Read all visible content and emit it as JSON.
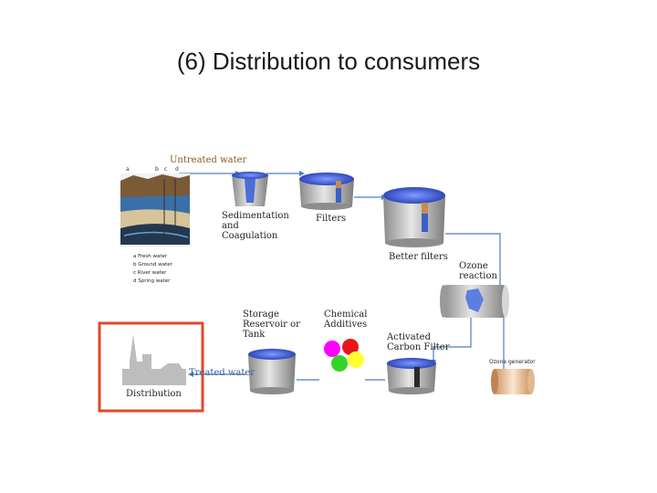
{
  "slide": {
    "title": "(6) Distribution to consumers"
  },
  "diagram": {
    "untreated_water": "Untreated water",
    "source_letters": [
      "a",
      "b",
      "c",
      "d"
    ],
    "legend": [
      "a  Fresh water",
      "b  Ground water",
      "c  River water",
      "d  Spring water"
    ],
    "sedimentation": "Sedimentation\nand\nCoagulation",
    "filters": "Filters",
    "better_filters": "Better filters",
    "ozone_reaction": "Ozone\nreaction",
    "ozone_generator": "Ozone generator",
    "storage": "Storage\nReservoir or\nTank",
    "chemical_additives": "Chemical\nAdditives",
    "activated_carbon": "Activated\nCarbon Filter",
    "treated_water": "Treated water",
    "distribution": "Distribution",
    "colors": {
      "highlight": "#e2492b",
      "water": "#2b47c9",
      "pipe": "#4d7fbf",
      "tank": "#a7a7a7"
    }
  }
}
